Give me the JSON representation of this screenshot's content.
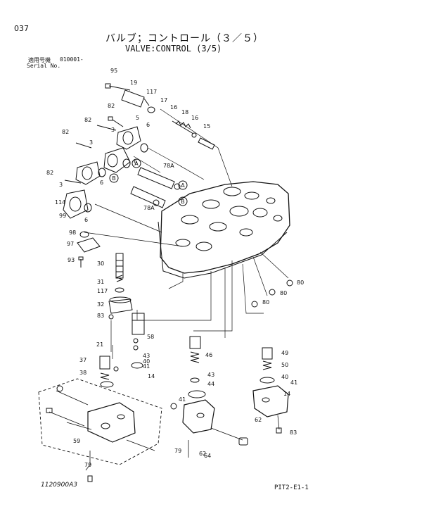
{
  "page_number": "037",
  "title_jp": "バルブ；コントロール（３／５）",
  "title_en": "VALVE:CONTROL (3/5)",
  "serial_label_jp": "適用号機",
  "serial_value": "010001-",
  "serial_label_en": "Serial No.",
  "figure_code": "1120900A3",
  "sheet_code": "PIT2-E1-1",
  "callouts": [
    "95",
    "19",
    "117",
    "17",
    "16",
    "18",
    "16",
    "15",
    "82",
    "5",
    "82",
    "3",
    "6",
    "82",
    "3",
    "6",
    "A",
    "78A",
    "82",
    "3",
    "6",
    "B",
    "A",
    "114",
    "99",
    "6",
    "B",
    "78A",
    "98",
    "97",
    "93",
    "30",
    "31",
    "117",
    "32",
    "83",
    "58",
    "21",
    "37",
    "38",
    "43",
    "40",
    "41",
    "14",
    "59",
    "79",
    "80",
    "80",
    "80",
    "46",
    "43",
    "44",
    "41",
    "62",
    "64",
    "79",
    "49",
    "50",
    "40",
    "41",
    "14",
    "62",
    "83"
  ],
  "colors": {
    "line": "#111111",
    "background": "#ffffff"
  }
}
